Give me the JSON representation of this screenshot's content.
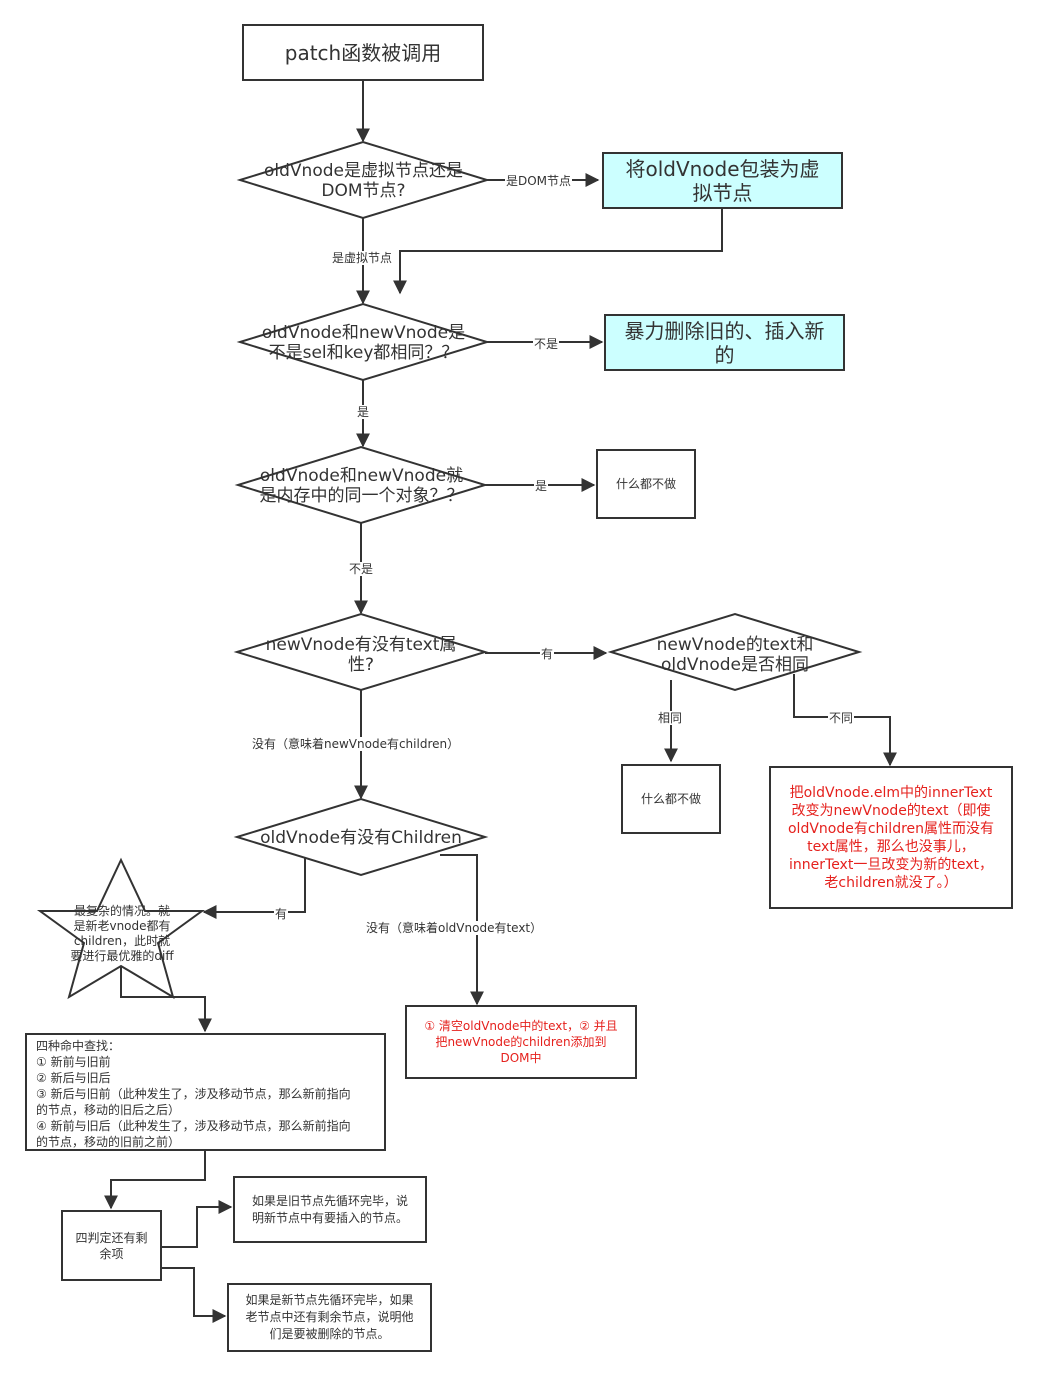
{
  "nodes": {
    "start": "patch函数被调用",
    "is_vnode_line1": "oldVnode是虚拟节点还是",
    "is_vnode_line2": "DOM节点?",
    "wrap_vnode_line1": "将oldVnode包装为虚",
    "wrap_vnode_line2": "拟节点",
    "same_sel_line1": "oldVnode和newVnode是",
    "same_sel_line2": "不是sel和key都相同？？",
    "brute_line1": "暴力删除旧的、插入新",
    "brute_line2": "的",
    "same_obj_line1": "oldVnode和newVnode就",
    "same_obj_line2": "是内存中的同一个对象？？",
    "nothing_1": "什么都不做",
    "has_text_line1": "newVnode有没有text属",
    "has_text_line2": "性?",
    "text_same_line1": "newVnode的text和",
    "text_same_line2": "oldVnode是否相同",
    "nothing_2": "什么都不做",
    "replace_text": [
      "把oldVnode.elm中的innerText",
      "改变为newVnode的text（即使",
      "oldVnode有children属性而没有",
      "text属性，那么也没事儿，",
      "innerText一旦改变为新的text，",
      "老children就没了。）"
    ],
    "has_children": "oldVnode有没有Children",
    "star": [
      "最复杂的情况。就",
      "是新老vnode都有",
      "children，此时就",
      "要进行最优雅的diff"
    ],
    "clear_text": [
      "① 清空oldVnode中的text，② 并且",
      "把newVnode的children添加到",
      "DOM中"
    ],
    "four_hits": [
      "四种命中查找：",
      "① 新前与旧前",
      "② 新后与旧后",
      "③ 新后与旧前（此种发生了，涉及移动节点，那么新前指向",
      "的节点，移动的旧后之后）",
      "④ 新前与旧后（此种发生了，涉及移动节点，那么新前指向",
      "的节点，移动的旧前之前）"
    ],
    "remaining": [
      "四判定还有剩",
      "余项"
    ],
    "old_done": [
      "如果是旧节点先循环完毕，说",
      "明新节点中有要插入的节点。"
    ],
    "new_done": [
      "如果是新节点先循环完毕，如果",
      "老节点中还有剩余节点，说明他",
      "们是要被删除的节点。"
    ]
  },
  "edges": {
    "dom_node": "是DOM节点",
    "virtual_node": "是虚拟节点",
    "not_same_1": "不是",
    "yes_1": "是",
    "yes_2": "是",
    "not_same_2": "不是",
    "has": "有",
    "no_text": "没有（意味着newVnode有children）",
    "same": "相同",
    "different": "不同",
    "has_children_yes": "有",
    "no_children": "没有（意味着oldVnode有text）"
  },
  "colors": {
    "stroke": "#333333",
    "highlight_fill": "#ccffff",
    "warning_text": "#e5211d"
  }
}
